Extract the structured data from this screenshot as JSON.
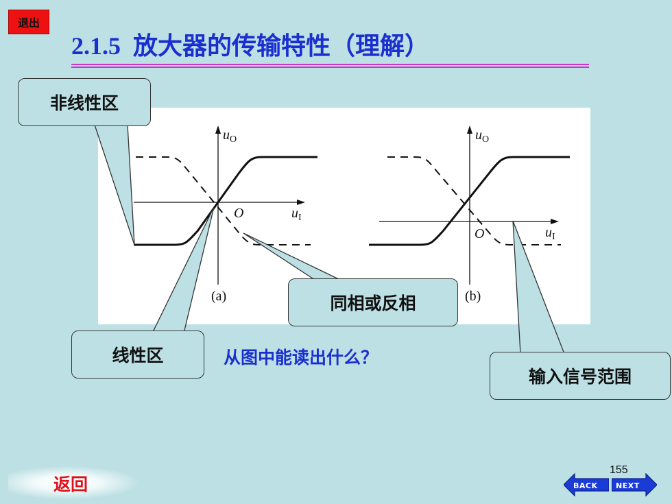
{
  "header": {
    "exit_label": "退出",
    "section_number": "2.1.5",
    "title": "放大器的传输特性（理解）"
  },
  "diagram": {
    "panel_a": {
      "y_axis_label": "u",
      "y_axis_sub": "O",
      "x_axis_label": "u",
      "x_axis_sub": "I",
      "origin_label": "O",
      "caption": "(a)"
    },
    "panel_b": {
      "y_axis_label": "u",
      "y_axis_sub": "O",
      "x_axis_label": "u",
      "x_axis_sub": "I",
      "origin_label": "O",
      "caption": "(b)"
    }
  },
  "callouts": {
    "nonlinear": "非线性区",
    "linear": "线性区",
    "phase": "同相或反相",
    "input_range": "输入信号范围"
  },
  "question": "从图中能读出什么？",
  "footer": {
    "page_number": "155",
    "return_label": "返回",
    "back_label": "BACK",
    "next_label": "NEXT"
  },
  "colors": {
    "background": "#bde0e4",
    "title": "#1b2fd0",
    "exit_button": "#ee1111",
    "return_text": "#e0101a",
    "nav_button": "#1b3bd6"
  }
}
